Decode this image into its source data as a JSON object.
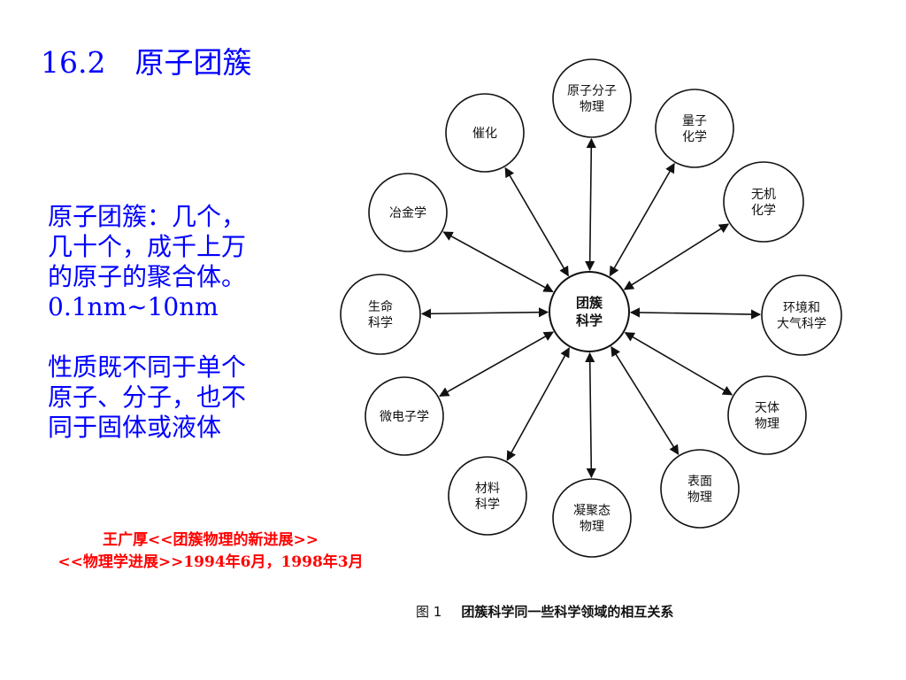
{
  "title": "16.2　原子团簇",
  "description": {
    "lines": [
      "原子团簇：几个，",
      "几十个，成千上万",
      "的原子的聚合体。",
      "0.1nm~10nm"
    ],
    "lines2": [
      "性质既不同于单个",
      "原子、分子，也不",
      "同于固体或液体"
    ]
  },
  "citation": {
    "line1": "王广厚<<团簇物理的新进展>>",
    "line2": "<<物理学进展>>1994年6月，1998年3月"
  },
  "diagram": {
    "center": {
      "lines": [
        "团簇",
        "科学"
      ]
    },
    "nodes": [
      {
        "id": "atomic-molecular-physics",
        "lines": [
          "原子分子",
          "物理"
        ]
      },
      {
        "id": "quantum-chemistry",
        "lines": [
          "量子",
          "化学"
        ]
      },
      {
        "id": "inorganic-chemistry",
        "lines": [
          "无机",
          "化学"
        ]
      },
      {
        "id": "environmental-science",
        "lines": [
          "环境和",
          "大气科学"
        ]
      },
      {
        "id": "astrophysics",
        "lines": [
          "天体",
          "物理"
        ]
      },
      {
        "id": "surface-physics",
        "lines": [
          "表面",
          "物理"
        ]
      },
      {
        "id": "condensed-matter-physics",
        "lines": [
          "凝聚态",
          "物理"
        ]
      },
      {
        "id": "materials-science",
        "lines": [
          "材料",
          "科学"
        ]
      },
      {
        "id": "microelectronics",
        "lines": [
          "微电子学"
        ]
      },
      {
        "id": "life-science",
        "lines": [
          "生命",
          "科学"
        ]
      },
      {
        "id": "metallurgy",
        "lines": [
          "冶金学"
        ]
      },
      {
        "id": "catalysis",
        "lines": [
          "催化"
        ]
      }
    ],
    "caption": {
      "fig": "图 1",
      "text": "团簇科学同一些科学领域的相互关系"
    }
  }
}
